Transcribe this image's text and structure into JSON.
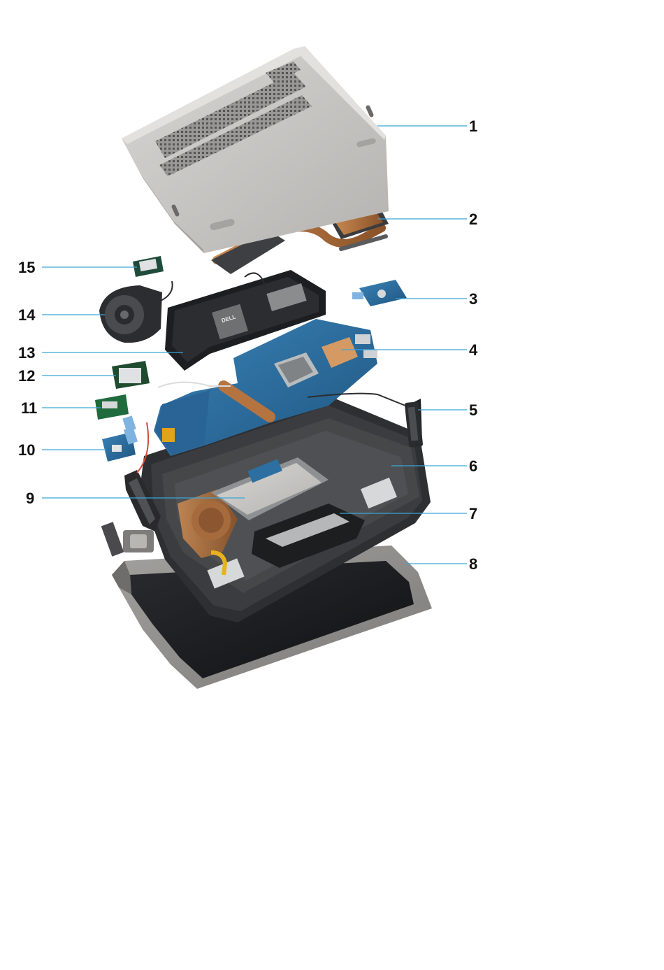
{
  "callouts": [
    {
      "number": "1"
    },
    {
      "number": "2"
    },
    {
      "number": "3"
    },
    {
      "number": "4"
    },
    {
      "number": "5"
    },
    {
      "number": "6"
    },
    {
      "number": "7"
    },
    {
      "number": "8"
    },
    {
      "number": "9"
    },
    {
      "number": "10"
    },
    {
      "number": "11"
    },
    {
      "number": "12"
    },
    {
      "number": "13"
    },
    {
      "number": "14"
    },
    {
      "number": "15"
    }
  ],
  "colors": {
    "leader_line": "#3aa6d8",
    "base_cover": "#c9c7c4",
    "base_cover_edge": "#9d9b98",
    "vent": "#6b6a68",
    "board_blue": "#2c6fa0",
    "board_dark": "#1e4d72",
    "battery": "#2a2b2d",
    "copper": "#b8743e",
    "palmrest": "#3a3b3e",
    "touchpad": "#cfd2d4",
    "display_bezel": "#8d8c8a",
    "display_panel": "#1b1c1f",
    "label_text": "#111111"
  },
  "logo_text": "DELL"
}
